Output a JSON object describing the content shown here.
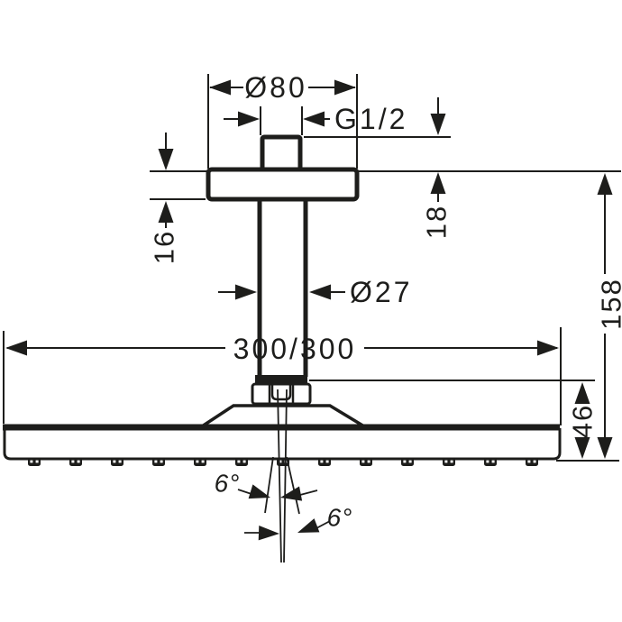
{
  "labels": {
    "flange_diameter": "Ø80",
    "thread_size": "G1/2",
    "thread_stub_height": "18",
    "flange_thickness": "16",
    "pipe_diameter": "Ø27",
    "head_size": "300/300",
    "overall_height": "158",
    "head_height": "46",
    "spray_angle_left": "6°",
    "spray_angle_right": "6°"
  },
  "shower_head": {
    "nozzle_count": 13
  },
  "colors": {
    "line": "#1d1d1b",
    "background": "#ffffff"
  }
}
